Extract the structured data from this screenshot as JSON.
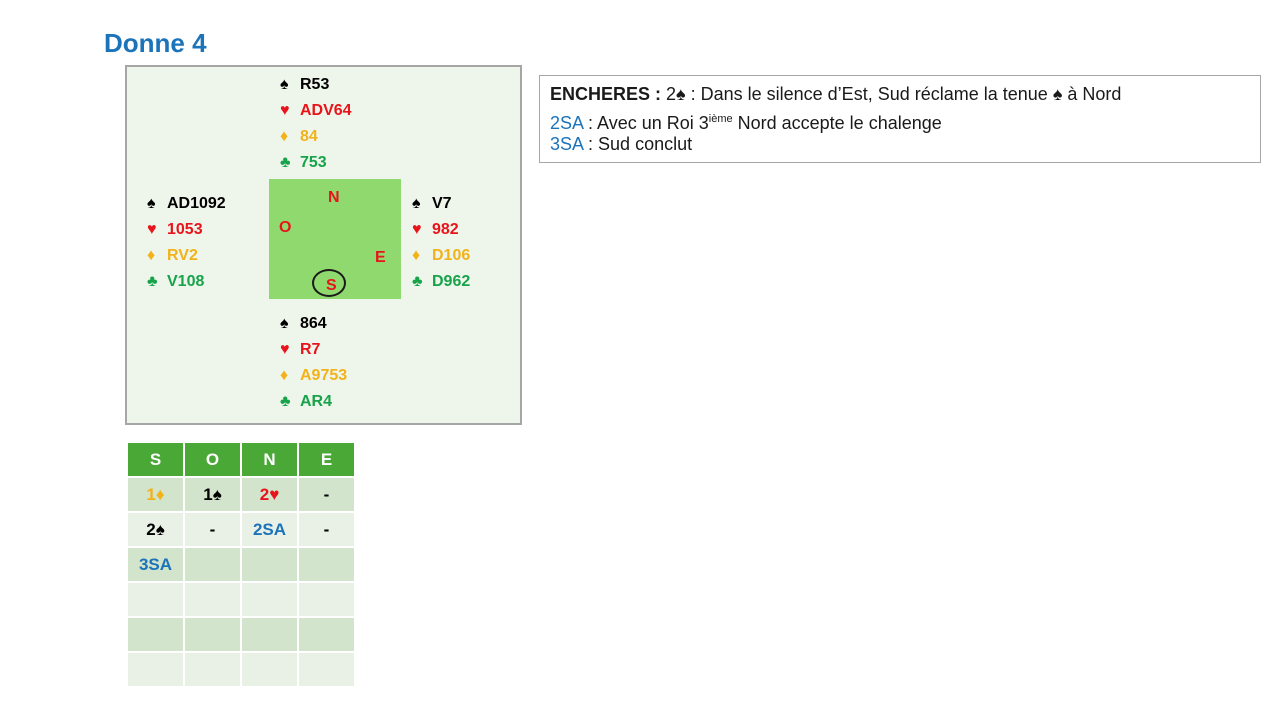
{
  "title": "Donne 4",
  "colors": {
    "spade": "#000000",
    "heart": "#e8141b",
    "diamond": "#f2b21a",
    "club": "#16a34a",
    "blue": "#1b73ba"
  },
  "symbols": {
    "spade": "♠",
    "heart": "♥",
    "diamond": "♦",
    "club": "♣"
  },
  "hands": {
    "north": {
      "spades": "R53",
      "hearts": "ADV64",
      "diamonds": "84",
      "clubs": "753"
    },
    "west": {
      "spades": "AD1092",
      "hearts": "1053",
      "diamonds": "RV2",
      "clubs": "V108"
    },
    "east": {
      "spades": "V7",
      "hearts": "982",
      "diamonds": "D106",
      "clubs": "D962"
    },
    "south": {
      "spades": "864",
      "hearts": "R7",
      "diamonds": "A9753",
      "clubs": "AR4"
    }
  },
  "compass": {
    "n": "N",
    "o": "O",
    "e": "E",
    "s": "S"
  },
  "bidding": {
    "headers": [
      "S",
      "O",
      "N",
      "E"
    ],
    "rows": [
      [
        {
          "text": "1",
          "suit": "diamond"
        },
        {
          "text": "1",
          "suit": "spade"
        },
        {
          "text": "2",
          "suit": "heart"
        },
        {
          "text": "-"
        }
      ],
      [
        {
          "text": "2",
          "suit": "spade"
        },
        {
          "text": "-"
        },
        {
          "text": "2SA",
          "color": "blue"
        },
        {
          "text": "-"
        }
      ],
      [
        {
          "text": "3SA",
          "color": "blue"
        },
        {
          "text": ""
        },
        {
          "text": ""
        },
        {
          "text": ""
        }
      ],
      [
        {
          "text": ""
        },
        {
          "text": ""
        },
        {
          "text": ""
        },
        {
          "text": ""
        }
      ],
      [
        {
          "text": ""
        },
        {
          "text": ""
        },
        {
          "text": ""
        },
        {
          "text": ""
        }
      ],
      [
        {
          "text": ""
        },
        {
          "text": ""
        },
        {
          "text": ""
        },
        {
          "text": ""
        }
      ]
    ]
  },
  "notes": {
    "line1": {
      "label": "ENCHERES :",
      "bid_level": "2",
      "rest_a": " : Dans le silence d’Est, Sud réclame la tenue ",
      "rest_b": " à Nord"
    },
    "line2": {
      "bid": "2SA",
      "text_a": " : Avec un Roi 3",
      "sup": "ième",
      "text_b": " Nord accepte le chalenge"
    },
    "line3": {
      "bid": "3SA",
      "text": " : Sud conclut"
    }
  }
}
